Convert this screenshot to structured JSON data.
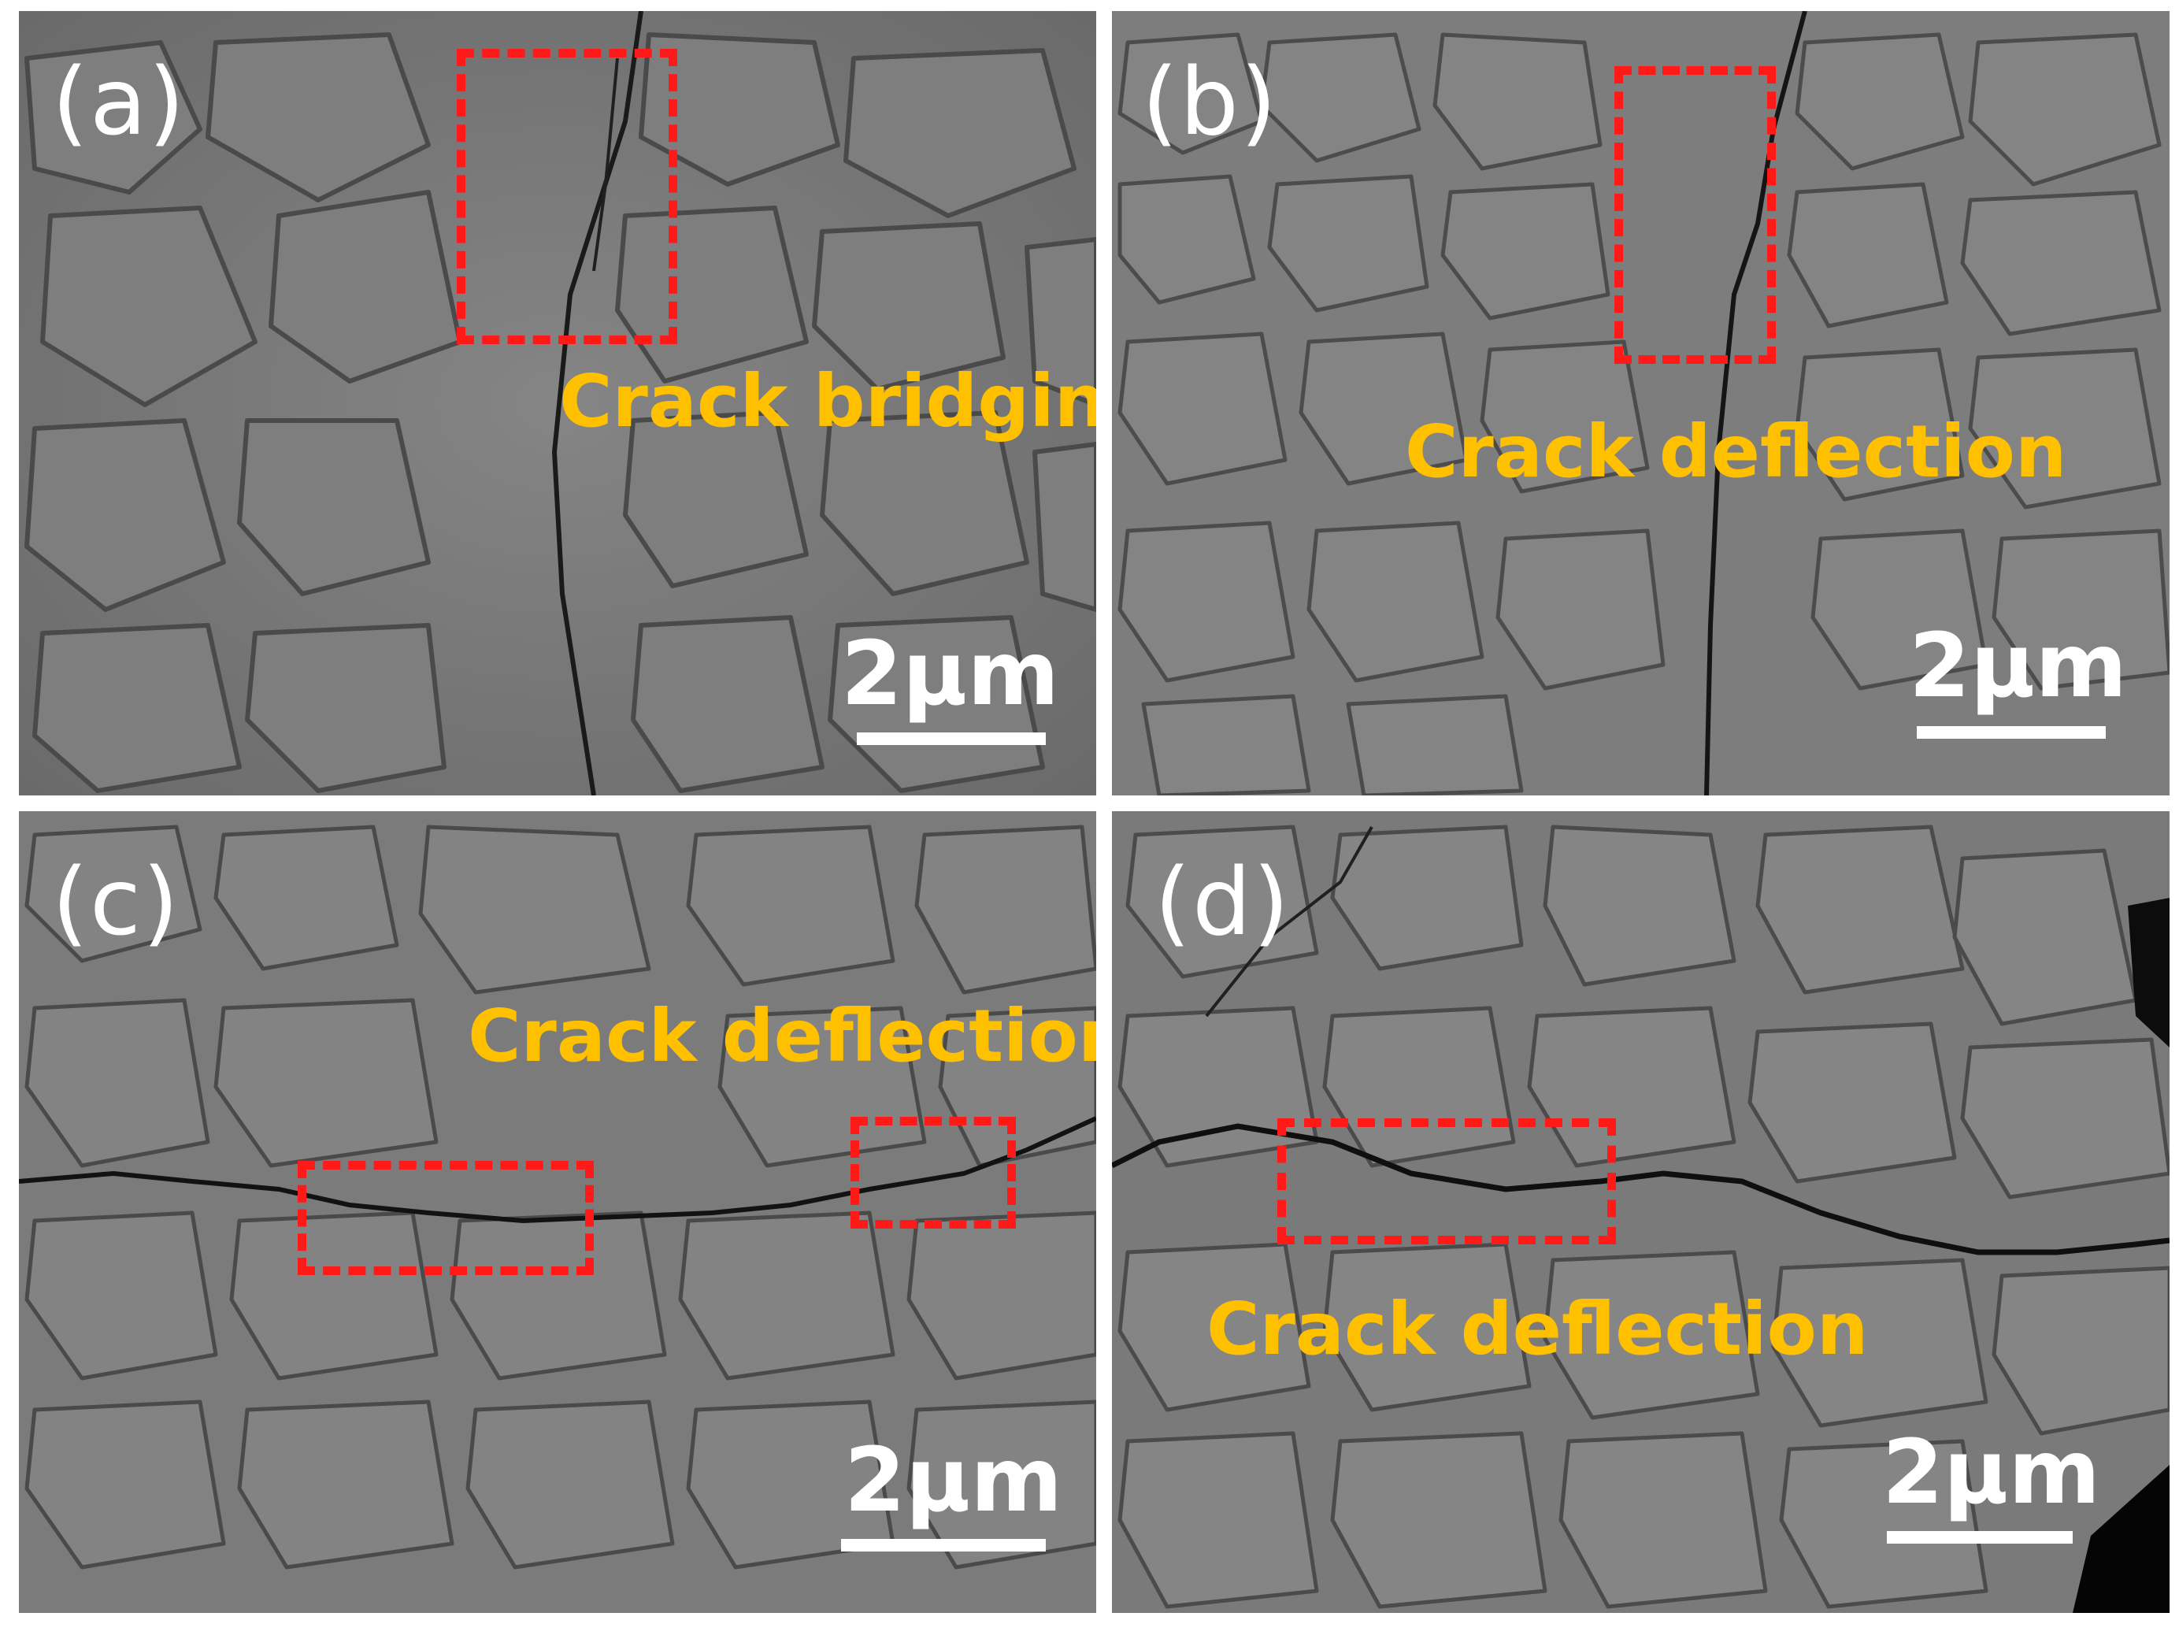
{
  "figure": {
    "panels": [
      {
        "id": "a",
        "label": "(a)",
        "annotation": "Crack bridging",
        "scale_bar": "2μm"
      },
      {
        "id": "b",
        "label": "(b)",
        "annotation": "Crack deflection",
        "scale_bar": "2μm"
      },
      {
        "id": "c",
        "label": "(c)",
        "annotation": "Crack deflection",
        "scale_bar": "2μm"
      },
      {
        "id": "d",
        "label": "(d)",
        "annotation": "Crack deflection",
        "scale_bar": "2μm"
      }
    ]
  },
  "colors": {
    "annotation_text": "#ffc000",
    "highlight_box": "#ff1a1a",
    "label_text": "#ffffff",
    "scale_bar": "#ffffff"
  }
}
